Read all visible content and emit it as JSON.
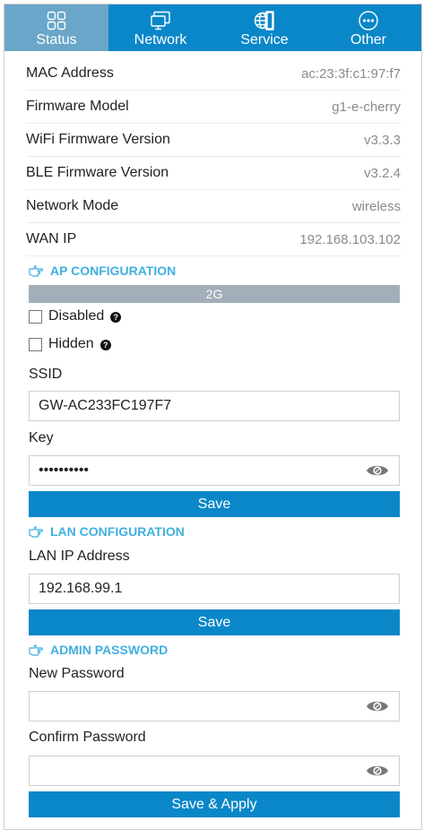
{
  "tabs": [
    {
      "label": "Status",
      "icon": "grid-icon",
      "active": true
    },
    {
      "label": "Network",
      "icon": "monitor-icon",
      "active": false
    },
    {
      "label": "Service",
      "icon": "globe-icon",
      "active": false
    },
    {
      "label": "Other",
      "icon": "more-icon",
      "active": false
    }
  ],
  "status": [
    {
      "label": "MAC Address",
      "value": "ac:23:3f:c1:97:f7"
    },
    {
      "label": "Firmware Model",
      "value": "g1-e-cherry"
    },
    {
      "label": "WiFi Firmware Version",
      "value": "v3.3.3"
    },
    {
      "label": "BLE Firmware Version",
      "value": "v3.2.4"
    },
    {
      "label": "Network Mode",
      "value": "wireless"
    },
    {
      "label": "WAN IP",
      "value": "192.168.103.102"
    }
  ],
  "ap_config": {
    "title": "AP CONFIGURATION",
    "band": "2G",
    "disabled_label": "Disabled",
    "hidden_label": "Hidden",
    "help_glyph": "?",
    "ssid_label": "SSID",
    "ssid_value": "GW-AC233FC197F7",
    "key_label": "Key",
    "key_value": "••••••••••",
    "save_label": "Save"
  },
  "lan_config": {
    "title": "LAN CONFIGURATION",
    "ip_label": "LAN IP Address",
    "ip_value": "192.168.99.1",
    "save_label": "Save"
  },
  "admin_password": {
    "title": "ADMIN PASSWORD",
    "new_label": "New Password",
    "new_value": "",
    "confirm_label": "Confirm Password",
    "confirm_value": "",
    "save_label": "Save & Apply"
  },
  "colors": {
    "accent": "#0a87c8",
    "active_tab": "#6aa6c9",
    "section_title": "#3fb0e0",
    "band": "#a2aeb9"
  }
}
